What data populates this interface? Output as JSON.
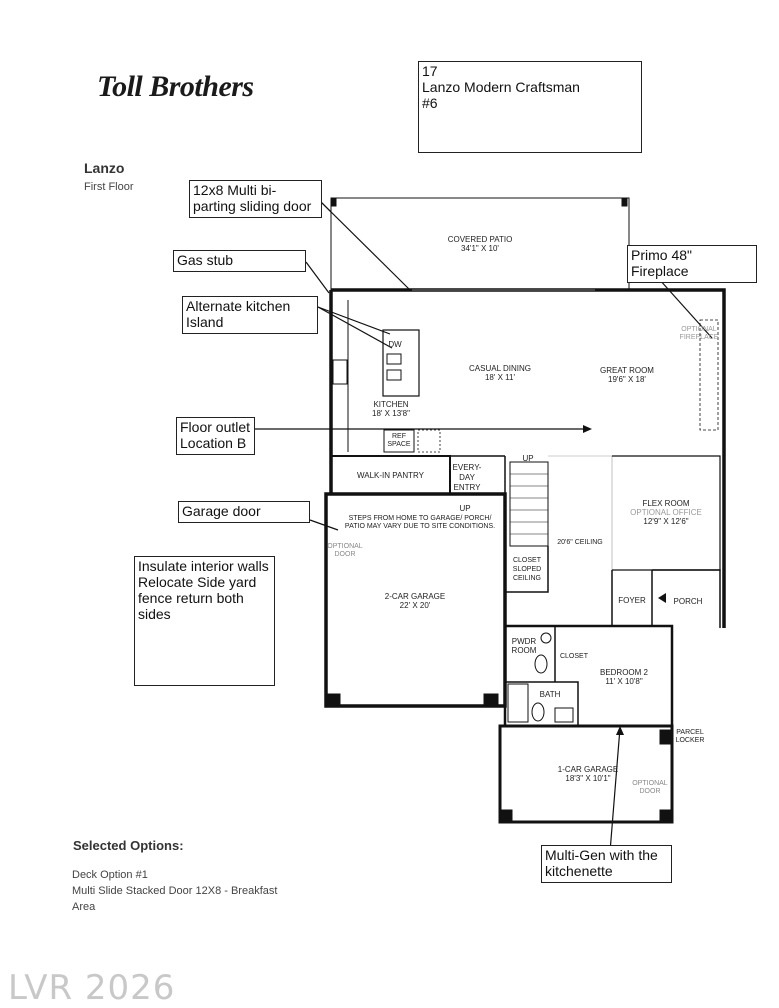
{
  "brand": {
    "logo_text": "Toll Brothers"
  },
  "lot_box": {
    "line1": "17",
    "line2": "Lanzo Modern Craftsman",
    "line3": "#6"
  },
  "heading": {
    "model": "Lanzo",
    "floor": "First Floor"
  },
  "notes": {
    "sliding_door": [
      "12x8 Multi bi-",
      "parting sliding door"
    ],
    "gas_stub": "Gas stub",
    "fireplace": [
      "Primo 48\"",
      "Fireplace"
    ],
    "alt_island": [
      "Alternate kitchen",
      "Island"
    ],
    "floor_outlet": [
      "Floor outlet",
      "Location B"
    ],
    "garage_door": "Garage door",
    "insulate": [
      "Insulate interior walls",
      "Relocate Side yard",
      "fence return both",
      "sides"
    ],
    "multigen": [
      "Multi-Gen with the",
      "kitchenette"
    ]
  },
  "rooms": {
    "covered_patio": [
      "COVERED PATIO",
      "34'1\" X 10'"
    ],
    "casual_dining": [
      "CASUAL DINING",
      "18' X 11'"
    ],
    "great_room": [
      "GREAT ROOM",
      "19'6\" X 18'"
    ],
    "kitchen": [
      "KITCHEN",
      "18' X 13'8\""
    ],
    "dw": "DW",
    "ref_space": [
      "REF",
      "SPACE"
    ],
    "walk_in_pantry": "WALK-IN PANTRY",
    "everyday_entry": [
      "EVERY-",
      "DAY",
      "ENTRY"
    ],
    "up1": "UP",
    "up2": "UP",
    "steps_note": [
      "STEPS FROM HOME TO GARAGE/ PORCH/",
      "PATIO MAY VARY DUE TO SITE CONDITIONS."
    ],
    "optional_door1": [
      "OPTIONAL",
      "DOOR"
    ],
    "two_car_garage": [
      "2-CAR GARAGE",
      "22' X 20'"
    ],
    "closet_sloped": [
      "CLOSET",
      "SLOPED",
      "CEILING"
    ],
    "ceiling": "20'6\" CEILING",
    "flex_room": [
      "FLEX ROOM",
      "OPTIONAL OFFICE",
      "12'9\" X 12'6\""
    ],
    "foyer": "FOYER",
    "porch": "PORCH",
    "pwdr_room": [
      "PWDR",
      "ROOM"
    ],
    "closet": "CLOSET",
    "bedroom2": [
      "BEDROOM 2",
      "11' X 10'8\""
    ],
    "bath": "BATH",
    "parcel_locker": [
      "PARCEL",
      "LOCKER"
    ],
    "one_car_garage": [
      "1-CAR GARAGE",
      "18'3\" X 10'1\""
    ],
    "optional_door2": [
      "OPTIONAL",
      "DOOR"
    ],
    "optional_fireplace": [
      "OPTIONAL",
      "FIREPLACE"
    ]
  },
  "selected": {
    "heading": "Selected Options:",
    "items": [
      "Deck Option #1",
      "Multi Slide Stacked Door 12X8 - Breakfast",
      "Area"
    ]
  },
  "watermark": "LVR 2026"
}
